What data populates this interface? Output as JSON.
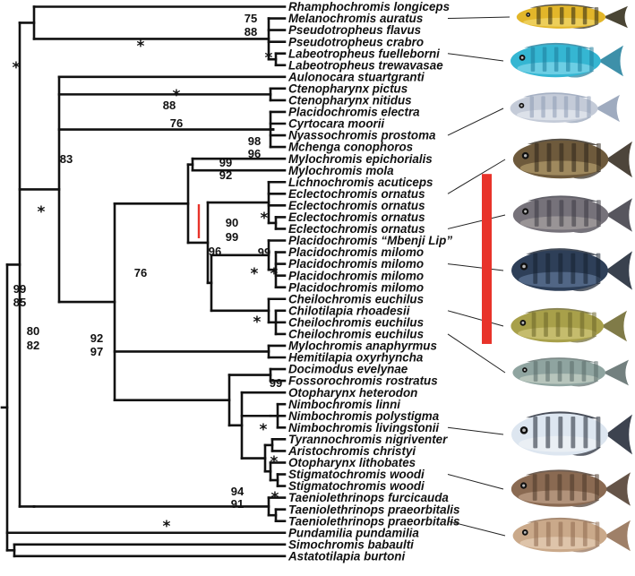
{
  "taxa": [
    "Rhamphochromis longiceps",
    "Melanochromis auratus",
    "Pseudotropheus flavus",
    "Pseudotropheus crabro",
    "Labeotropheus fuelleborni",
    "Labeotropheus trewavasae",
    "Aulonocara stuartgranti",
    "Ctenopharynx pictus",
    "Ctenopharynx nitidus",
    "Placidochromis electra",
    "Cyrtocara moorii",
    "Nyassochromis prostoma",
    "Mchenga conophoros",
    "Mylochromis epichorialis",
    "Mylochromis mola",
    "Lichnochromis acuticeps",
    "Eclectochromis ornatus",
    "Eclectochromis ornatus",
    "Eclectochromis ornatus",
    "Eclectochromis ornatus",
    "Placidochromis “Mbenji Lip”",
    "Placidochromis milomo",
    "Placidochromis milomo",
    "Placidochromis milomo",
    "Placidochromis milomo",
    "Cheilochromis euchilus",
    "Chilotilapia rhoadesii",
    "Cheilochromis euchilus",
    "Cheilochromis euchilus",
    "Mylochromis anaphyrmus",
    "Hemitilapia oxyrhyncha",
    "Docimodus evelynae",
    "Fossorochromis rostratus",
    "Otopharynx heterodon",
    "Nimbochromis linni",
    "Nimbochromis polystigma",
    "Nimbochromis livingstonii",
    "Tyrannochromis nigriventer",
    "Aristochromis christyi",
    "Otopharynx lithobates",
    "Stigmatochromis woodi",
    "Stigmatochromis woodi",
    "Taeniolethrinops furcicauda",
    "Taeniolethrinops praeorbitalis",
    "Taeniolethrinops praeorbitalis",
    "Pundamilia pundamilia",
    "Simochromis babaulti",
    "Astatotilapia burtoni"
  ],
  "support_labels": [
    {
      "text": "75"
    },
    {
      "text": "88"
    },
    {
      "text": "*"
    },
    {
      "text": "*"
    },
    {
      "text": "*"
    },
    {
      "text": "*"
    },
    {
      "text": "88"
    },
    {
      "text": "76"
    },
    {
      "text": "98"
    },
    {
      "text": "96"
    },
    {
      "text": "83"
    },
    {
      "text": "*"
    },
    {
      "text": "99"
    },
    {
      "text": "85"
    },
    {
      "text": "99"
    },
    {
      "text": "92"
    },
    {
      "text": "*"
    },
    {
      "text": "90"
    },
    {
      "text": "99"
    },
    {
      "text": "96"
    },
    {
      "text": "99"
    },
    {
      "text": "*"
    },
    {
      "text": "*"
    },
    {
      "text": "*"
    },
    {
      "text": "76"
    },
    {
      "text": "92"
    },
    {
      "text": "97"
    },
    {
      "text": "80"
    },
    {
      "text": "82"
    },
    {
      "text": "99"
    },
    {
      "text": "*"
    },
    {
      "text": "*"
    },
    {
      "text": "94"
    },
    {
      "text": "91"
    },
    {
      "text": "*"
    },
    {
      "text": "*"
    }
  ],
  "fish_images": [
    {
      "icon": "fish-melanochromis",
      "body": "#e2b62a",
      "stripe": "#2a2410",
      "belly": "#f0d56a"
    },
    {
      "icon": "fish-labeotropheus",
      "body": "#35b6d2",
      "stripe": "#1c7c9a",
      "belly": "#7fd6ea"
    },
    {
      "icon": "fish-nyassochromis",
      "body": "#c4cbd8",
      "stripe": "#8e9cb4",
      "belly": "#e4e8ef"
    },
    {
      "icon": "fish-mylochromis",
      "body": "#6e5a3c",
      "stripe": "#2e2519",
      "belly": "#b09a6a"
    },
    {
      "icon": "fish-eclectochromis",
      "body": "#76727a",
      "stripe": "#3a3842",
      "belly": "#a6a0a0"
    },
    {
      "icon": "fish-placidochromis",
      "body": "#2e3f58",
      "stripe": "#16202f",
      "belly": "#5e7494"
    },
    {
      "icon": "fish-chilotilapia",
      "body": "#a8a04a",
      "stripe": "#6a6428",
      "belly": "#cfc67a"
    },
    {
      "icon": "fish-hemitilapia",
      "body": "#8fa4a0",
      "stripe": "#5a6a68",
      "belly": "#c4d0c6"
    },
    {
      "icon": "fish-nimbochromis",
      "body": "#dde6f0",
      "stripe": "#1b2230",
      "belly": "#eef2f6"
    },
    {
      "icon": "fish-stigmatochromis",
      "body": "#8a6a52",
      "stripe": "#4a3628",
      "belly": "#bea088"
    },
    {
      "icon": "fish-taeniolethrinops",
      "body": "#caa98a",
      "stripe": "#8e6a4e",
      "belly": "#e4cdb4"
    }
  ],
  "highlight_color": "#e8332a"
}
